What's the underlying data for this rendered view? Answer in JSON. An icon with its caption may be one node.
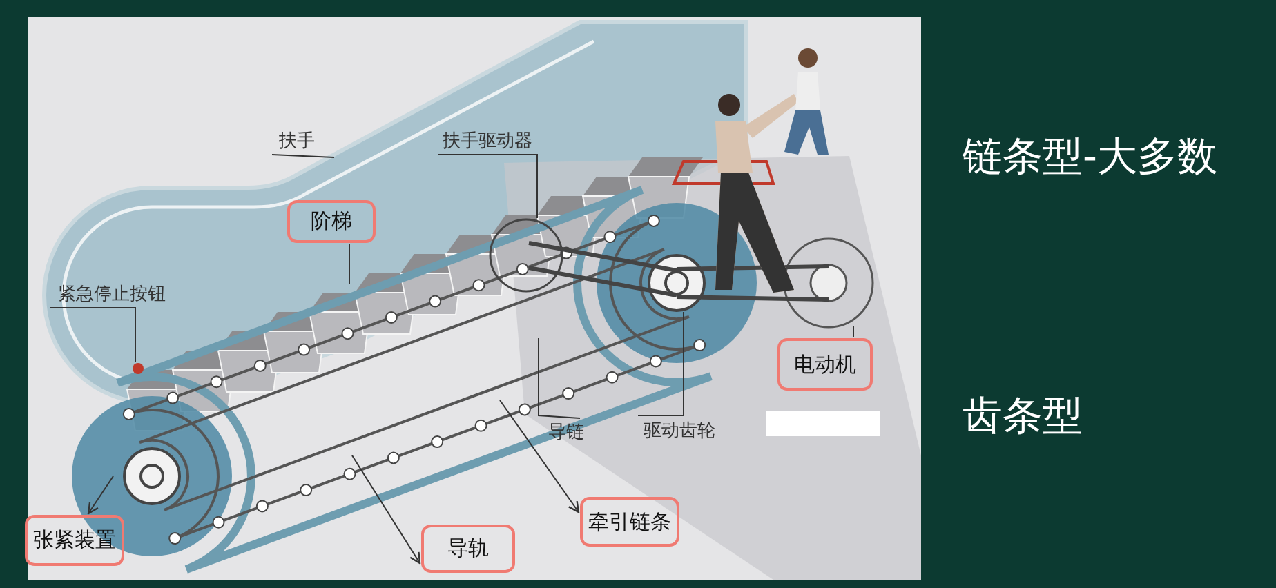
{
  "diagram": {
    "nodes": [
      {
        "text": [
          "扶手"
        ]
      },
      {
        "text": [
          "扶手驱动器"
        ]
      },
      {
        "text": [
          "阶梯"
        ]
      },
      {
        "text": [
          "紧急停止按钮"
        ]
      },
      {
        "text": [
          "电动机"
        ]
      },
      {
        "text": [
          "导链"
        ]
      },
      {
        "text": [
          "驱动齿轮"
        ]
      },
      {
        "text": [
          "张紧装置"
        ]
      },
      {
        "text": [
          "牵引链条"
        ]
      },
      {
        "text": [
          "导轨"
        ]
      }
    ],
    "edges": [
      {
        "from": 0,
        "to": null,
        "arrow": "none"
      },
      {
        "from": 1,
        "to": null,
        "arrow": "none"
      },
      {
        "from": 2,
        "to": null,
        "arrow": "none"
      },
      {
        "from": 3,
        "to": null,
        "arrow": "none"
      },
      {
        "from": 4,
        "to": null,
        "arrow": "none"
      },
      {
        "from": 5,
        "to": null,
        "arrow": "none"
      },
      {
        "from": 6,
        "to": null,
        "arrow": "none"
      },
      {
        "from": null,
        "to": 7,
        "arrow": "to"
      },
      {
        "from": null,
        "to": 8,
        "arrow": "to"
      },
      {
        "from": null,
        "to": 9,
        "arrow": "to"
      }
    ],
    "labels": [
      "链条型-大多数",
      "齿条型"
    ]
  }
}
